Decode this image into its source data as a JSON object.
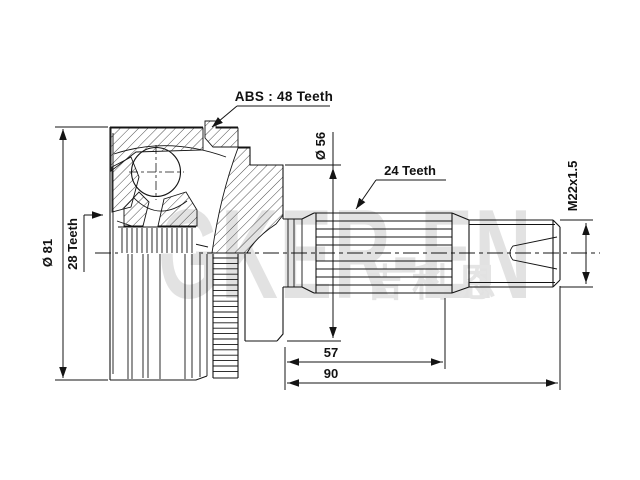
{
  "page": {
    "background": "#ffffff",
    "line_color": "#141414"
  },
  "drawing": {
    "subject": "cv-joint-outer-half-section-technical-drawing",
    "annotations": {
      "abs_ring": "ABS : 48 Teeth",
      "outer_diameter": "Ø 81",
      "inner_spline": "28 Teeth",
      "boot_diameter": "Ø 56",
      "outer_spline": "24 Teeth",
      "thread": "M22x1.5",
      "spline_length": "57",
      "total_length": "90"
    }
  },
  "watermark": {
    "brand": "GKER-EN",
    "brand_cn": "吉科恩",
    "color": "#e2e2e2"
  }
}
